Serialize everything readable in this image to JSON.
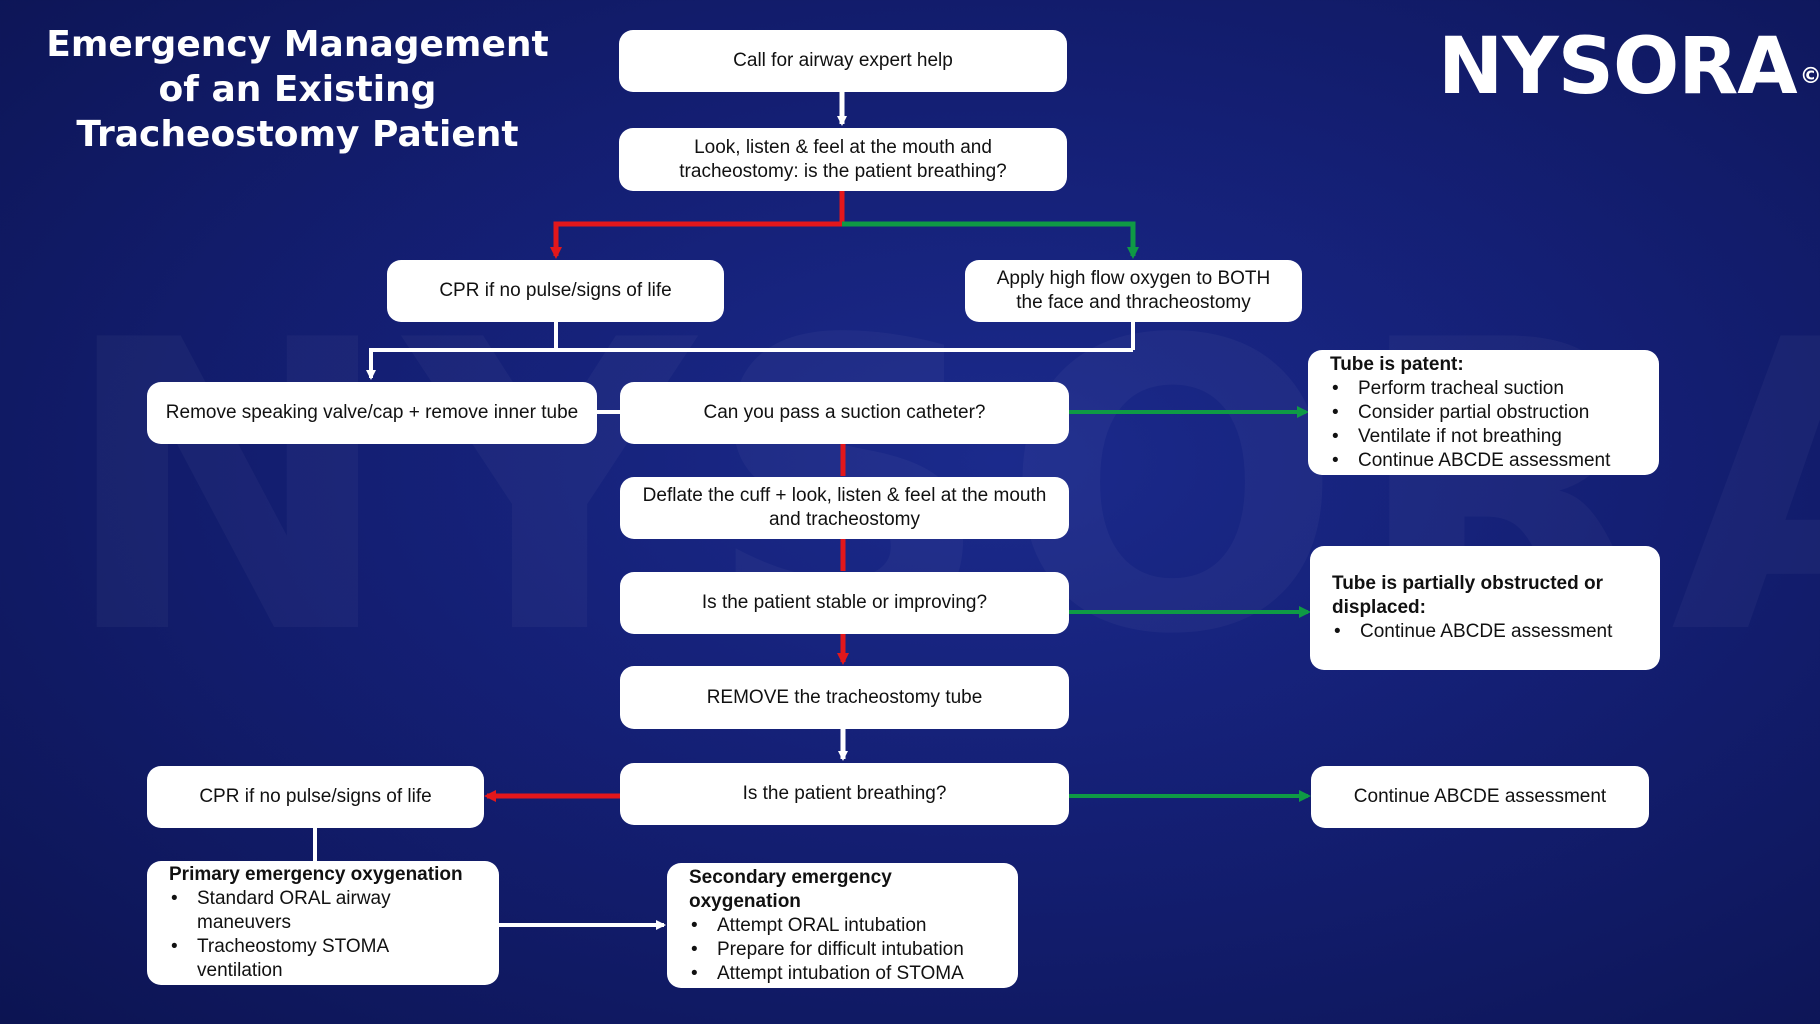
{
  "title": "Emergency Management of an Existing Tracheostomy Patient",
  "brand": {
    "name": "NYSORA",
    "mark": "©",
    "watermark": "NYSORA"
  },
  "colors": {
    "background": "#141f74",
    "no_path": "#e3171b",
    "yes_path": "#0f9a45",
    "neutral_path": "#ffffff"
  },
  "steps": {
    "call_help": "Call for airway expert help",
    "look_listen": "Look, listen & feel at the mouth and tracheostomy: is the patient breathing?",
    "cpr_top": "CPR if no pulse/signs of life",
    "high_flow": "Apply high flow oxygen to BOTH the face and thracheostomy",
    "remove_valve": "Remove speaking valve/cap + remove inner tube",
    "suction": "Can you pass a suction catheter?",
    "deflate": "Deflate the cuff + look, listen & feel at the mouth and tracheostomy",
    "stable": "Is the patient stable or improving?",
    "remove_tube": "REMOVE the tracheostomy tube",
    "breathing": "Is the patient breathing?",
    "cpr_bottom": "CPR if no pulse/signs of life",
    "continue_abcde": "Continue ABCDE assessment"
  },
  "tube_patent": {
    "heading": "Tube is patent:",
    "items": [
      "Perform tracheal suction",
      "Consider partial obstruction",
      "Ventilate if not breathing",
      "Continue ABCDE assessment"
    ]
  },
  "tube_obstructed": {
    "heading": "Tube is partially obstructed or displaced:",
    "items": [
      "Continue ABCDE assessment"
    ]
  },
  "primary_oxygenation": {
    "heading": "Primary emergency oxygenation",
    "items": [
      "Standard ORAL airway maneuvers",
      "Tracheostomy STOMA ventilation"
    ]
  },
  "secondary_oxygenation": {
    "heading": "Secondary emergency oxygenation",
    "items": [
      "Attempt ORAL intubation",
      "Prepare for difficult intubation",
      "Attempt intubation of STOMA"
    ]
  }
}
